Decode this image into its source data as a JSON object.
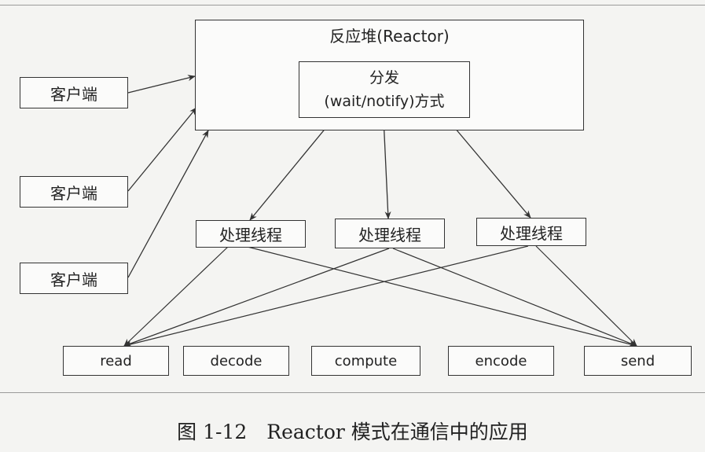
{
  "reactor": {
    "title": "反应堆(Reactor)",
    "dispatch_line1": "分发",
    "dispatch_line2": "(wait/notify)方式"
  },
  "clients": [
    {
      "label": "客户端"
    },
    {
      "label": "客户端"
    },
    {
      "label": "客户端"
    }
  ],
  "threads": [
    {
      "label": "处理线程"
    },
    {
      "label": "处理线程"
    },
    {
      "label": "处理线程"
    }
  ],
  "tasks": [
    {
      "label": "read"
    },
    {
      "label": "decode"
    },
    {
      "label": "compute"
    },
    {
      "label": "encode"
    },
    {
      "label": "send"
    }
  ],
  "caption": "图 1-12　Reactor 模式在通信中的应用"
}
